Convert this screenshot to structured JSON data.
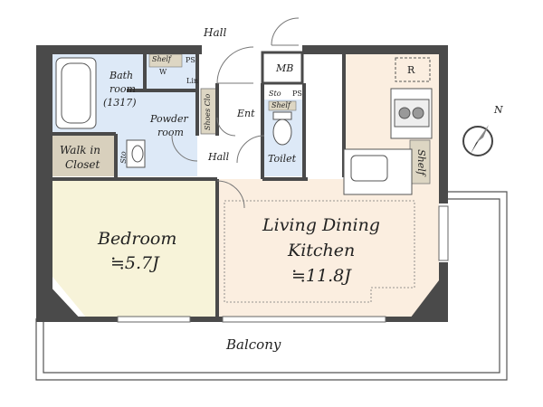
{
  "labels": {
    "hall_top": "Hall",
    "shelf_w": "Shelf",
    "w": "W",
    "ps": "PS",
    "mb": "MB",
    "bath": "Bath",
    "room": "room",
    "bath_size": "(1317)",
    "lin": "Lin",
    "powder": "Powder",
    "powder_room": "room",
    "shoes": "Shoes Clo",
    "ent": "Ent",
    "sto": "Sto",
    "ps2": "PS",
    "shelf_toilet": "Shelf",
    "walk_in": "Walk in",
    "closet": "Closet",
    "sto_small": "Sto",
    "hall_mid": "Hall",
    "toilet": "Toilet",
    "r": "R",
    "shelf_kitchen": "Shelf",
    "north": "N",
    "bedroom": "Bedroom",
    "bedroom_area": "≒5.7J",
    "ldk_1": "Living Dining",
    "ldk_2": "Kitchen",
    "ldk_area": "≒11.8J",
    "balcony": "Balcony"
  },
  "colors": {
    "bath_zone": "#dde9f7",
    "closet_zone": "#d8d0bd",
    "bedroom_floor": "#f7f3d9",
    "ldk_floor": "#fbeee0",
    "wall": "#4a4a4a",
    "shelf": "#ddd6c3"
  }
}
